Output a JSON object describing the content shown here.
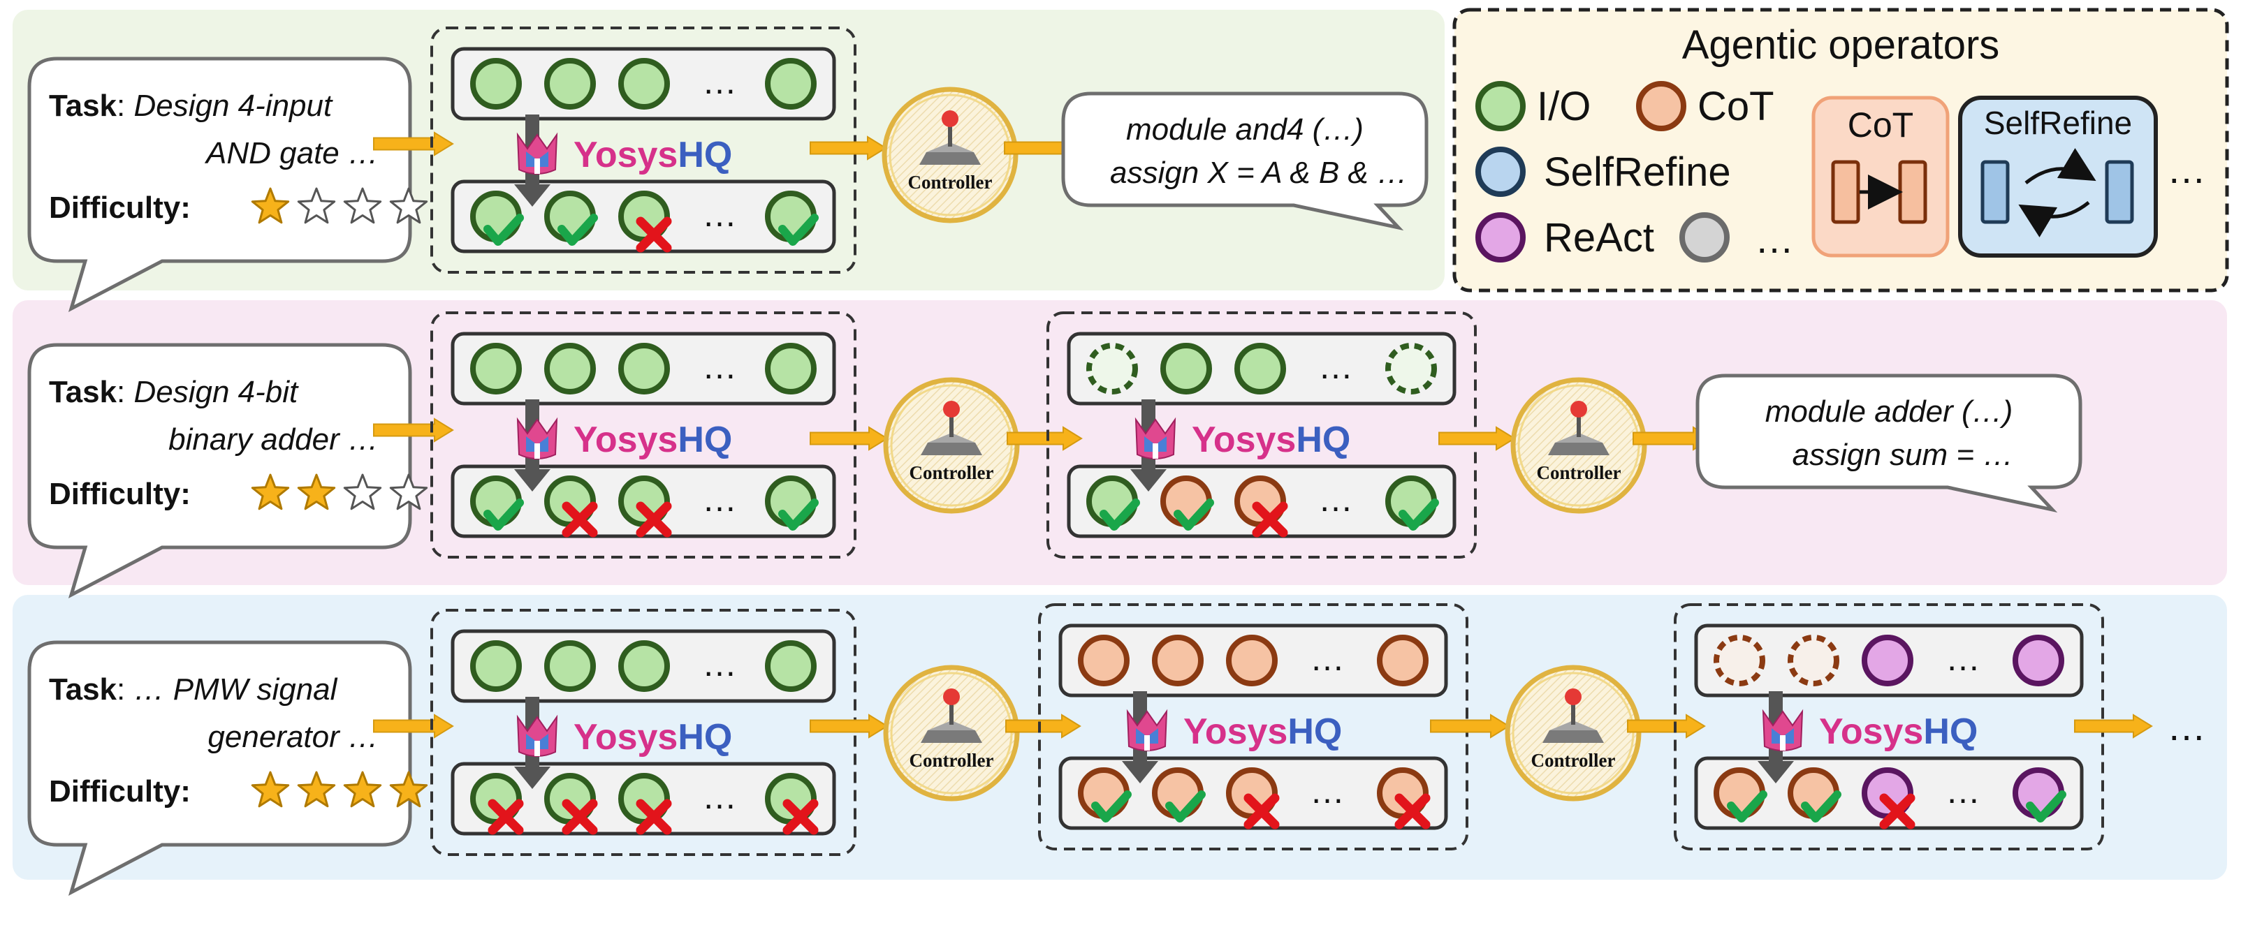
{
  "legend": {
    "title": "Agentic operators",
    "items": [
      {
        "label": "I/O",
        "fill": "#b6e3a5",
        "stroke": "#2f5d1f"
      },
      {
        "label": "CoT",
        "fill": "#f6c3a4",
        "stroke": "#8b3a12"
      },
      {
        "label": "SelfRefine",
        "fill": "#b9d5ef",
        "stroke": "#1f3b57"
      },
      {
        "label": "ReAct",
        "fill": "#e3a7e6",
        "stroke": "#5a1560"
      },
      {
        "label": "",
        "fill": "#d4d4d4",
        "stroke": "#6b6b6b"
      }
    ],
    "more": "…",
    "cot_box_title": "CoT",
    "selfrefine_box_title": "SelfRefine",
    "ellipsis": "…"
  },
  "common": {
    "task_label": "Task",
    "difficulty_label": "Difficulty",
    "brand_main": "Yosys",
    "brand_suffix": "HQ",
    "controller_label": "Controller",
    "ellipsis": "…"
  },
  "rows": [
    {
      "task_line1": "Design 4-input",
      "task_line2": "AND gate …",
      "difficulty": 1,
      "output_line1": "module and4 (…)",
      "output_line2": "assign X = A & B & …"
    },
    {
      "task_line1": "Design 4-bit",
      "task_line2": "binary adder …",
      "difficulty": 2,
      "output_line1": "module adder (…)",
      "output_line2": "assign sum = …"
    },
    {
      "task_line1": "… PMW signal",
      "task_line2": "generator …",
      "difficulty": 4,
      "trailing": "…"
    }
  ],
  "colors": {
    "row1_bg": "#eef5e6",
    "row2_bg": "#f8e8f3",
    "row3_bg": "#e6f2fa",
    "legend_bg": "#fdf6e3",
    "arrow": "#f7b21a",
    "check": "#1aa64a",
    "cross": "#e2141b",
    "star": "#f7b21a",
    "brand_pink": "#d6318a",
    "brand_blue": "#3b5fc0"
  }
}
